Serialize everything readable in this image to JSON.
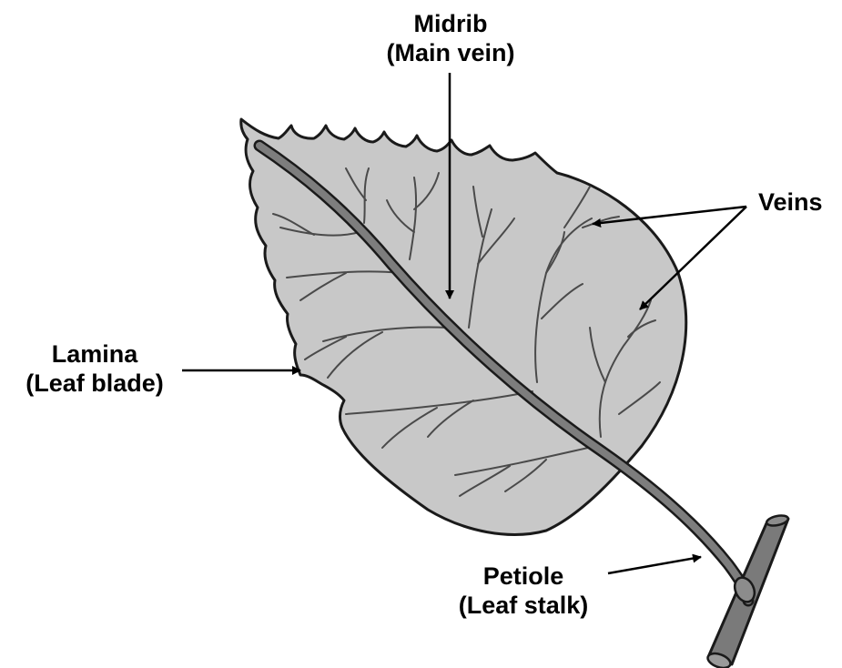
{
  "labels": {
    "midrib": {
      "line1": "Midrib",
      "line2": "(Main vein)"
    },
    "veins": {
      "line1": "Veins"
    },
    "lamina": {
      "line1": "Lamina",
      "line2": "(Leaf blade)"
    },
    "petiole": {
      "line1": "Petiole",
      "line2": "(Leaf stalk)"
    }
  },
  "colors": {
    "leaf_fill": "#c8c8c8",
    "vein": "#6e6e6e",
    "outline": "#1a1a1a",
    "stem": "#7a7a7a"
  }
}
